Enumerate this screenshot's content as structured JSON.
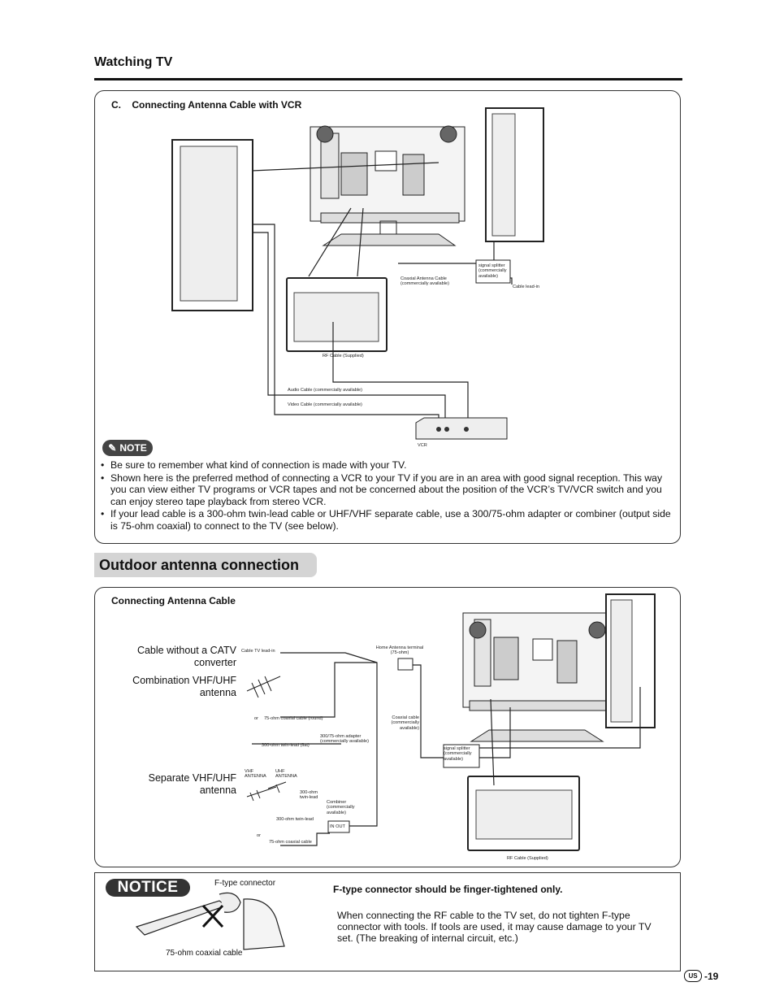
{
  "header": {
    "section_title": "Watching TV"
  },
  "vcr_section": {
    "title": "C.    Connecting Antenna Cable with VCR",
    "labels": {
      "coax": "Coaxial Antenna Cable (commercially available)",
      "splitter": "signal splitter (commercially available)",
      "lead_in": "Cable lead-in",
      "rf": "RF Cable (Supplied)",
      "audio": "Audio Cable (commercially available)",
      "video": "Video Cable (commercially available)",
      "vcr": "VCR"
    },
    "note_label": "NOTE",
    "notes": [
      "Be sure to remember what kind of connection is made with your TV.",
      "Shown here is the preferred method of connecting a VCR to your TV if you are in an area with good signal reception. This way you can view either TV programs or VCR tapes and not be concerned about the position of the VCR’s TV/VCR switch and you can enjoy stereo tape playback from stereo VCR.",
      "If your lead cable is a 300-ohm twin-lead cable or UHF/VHF separate cable, use a 300/75-ohm adapter or combiner (output side is 75-ohm coaxial) to connect to the TV (see below)."
    ]
  },
  "outdoor": {
    "title": "Outdoor antenna connection",
    "subtitle": "Connecting Antenna Cable",
    "source_labels": {
      "catv": "Cable without a CATV converter",
      "combo": "Combination VHF/UHF antenna",
      "separate": "Separate VHF/UHF antenna"
    },
    "small_labels": {
      "cable_tv_lead_in": "Cable TV lead-in",
      "home_terminal": "Home Antenna terminal (75-ohm)",
      "coax_round": "75-ohm coaxial cable (round)",
      "adapter": "300/75-ohm adapter (commercially available)",
      "twin_flat": "300-ohm twin-lead (flat)",
      "coax_cable": "Coaxial cable (commercially available)",
      "splitter": "signal splitter (commercially available)",
      "vhf": "VHF ANTENNA",
      "uhf": "UHF ANTENNA",
      "twin": "300-ohm twin-lead",
      "twin2": "300-ohm twin-lead",
      "combiner": "Combiner (commercially available)",
      "in_out": "IN OUT",
      "coax75": "75-ohm coaxial cable",
      "rf": "RF Cable (Supplied)",
      "or1": "or",
      "or2": "or"
    }
  },
  "notice": {
    "badge": "NOTICE",
    "connector_label": "F-type connector",
    "cable_label": "75-ohm coaxial cable",
    "heading": "F-type connector should be finger-tightened only.",
    "body": "When connecting the RF cable to the TV set, do not tighten F-type connector with tools. If tools are used, it may cause damage to your TV set. (The breaking of internal circuit, etc.)"
  },
  "footer": {
    "region": "US",
    "page": "-19"
  }
}
